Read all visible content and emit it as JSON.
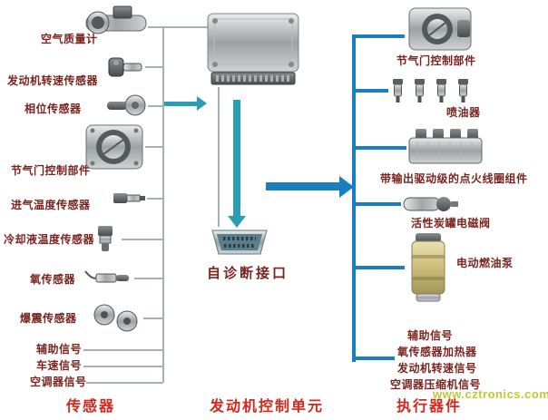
{
  "diagram": {
    "left": {
      "section_label": "传感器",
      "items": [
        {
          "label": "空气质量计"
        },
        {
          "label": "发动机转速传感器"
        },
        {
          "label": "相位传感器"
        },
        {
          "label": "节气门控制部件"
        },
        {
          "label": "进气温度传感器"
        },
        {
          "label": "冷却液温度传感器"
        },
        {
          "label": "氧传感器"
        },
        {
          "label": "爆震传感器"
        },
        {
          "label": "辅助信号"
        },
        {
          "label": "车速信号"
        },
        {
          "label": "空调器信号"
        }
      ]
    },
    "center": {
      "diagnostic_port_label": "自诊断接口",
      "section_label": "发动机控制单元"
    },
    "right": {
      "section_label": "执行器件",
      "items": [
        {
          "label": "节气门控制部件"
        },
        {
          "label": "喷油器"
        },
        {
          "label": "带输出驱动级的点火线圈组件"
        },
        {
          "label": "活性炭罐电磁阀"
        },
        {
          "label": "电动燃油泵"
        },
        {
          "label": "辅助信号"
        },
        {
          "label": "氧传感器加热器"
        },
        {
          "label": "发动机转速信号"
        },
        {
          "label": "空调器压缩机信号"
        }
      ]
    },
    "watermark": "www.cztronics.com",
    "colors": {
      "item_label": "#7a241f",
      "section_label": "#d3281c",
      "sensor_line": "#a7b0b5",
      "actuator_line": "#1a7ec0",
      "diagnostic_arrow": "#2a9cb4",
      "watermark": "#b9cc34",
      "background": "#ffffff"
    }
  }
}
